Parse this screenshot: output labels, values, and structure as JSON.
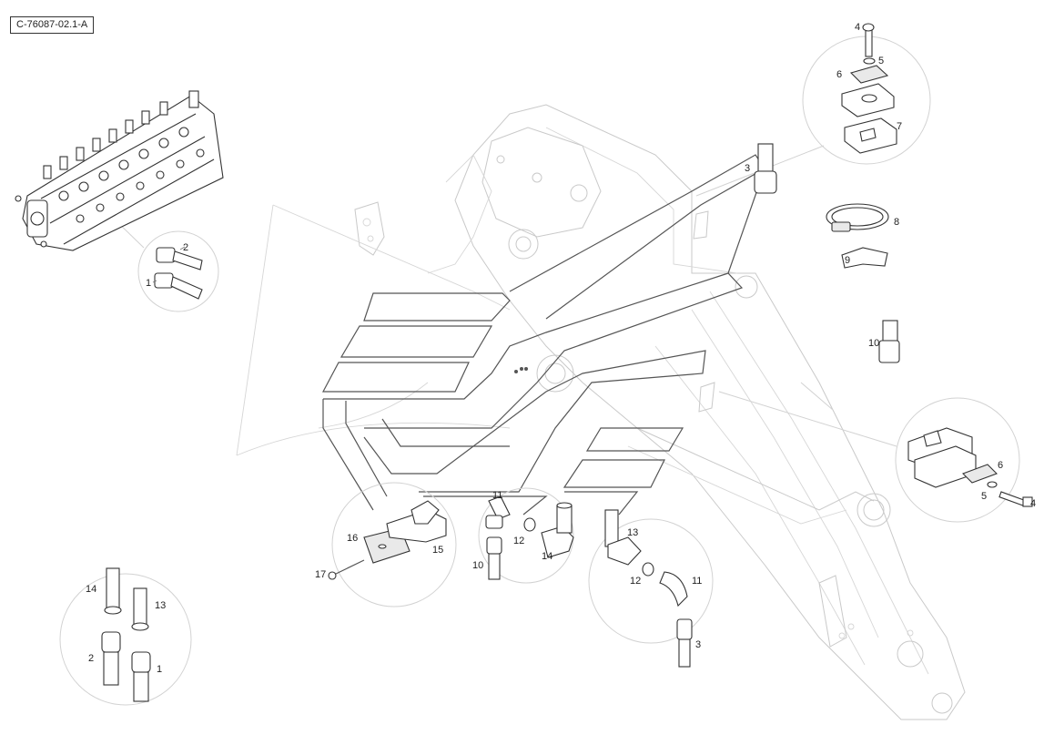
{
  "reference_code": "C-76087-02.1-A",
  "callouts": {
    "hardware_top": [
      "4",
      "5",
      "6",
      "7"
    ],
    "clamp": [
      "8",
      "9"
    ],
    "fitting_right": [
      "10"
    ],
    "hardware_right": [
      "6",
      "5",
      "4"
    ],
    "valve_detail": [
      "2",
      "1"
    ],
    "front_cluster": [
      "3",
      "11",
      "12",
      "10",
      "14",
      "16",
      "15",
      "17",
      "13",
      "11",
      "12",
      "3"
    ],
    "bottom_left": [
      "14",
      "13",
      "2",
      "1"
    ]
  }
}
